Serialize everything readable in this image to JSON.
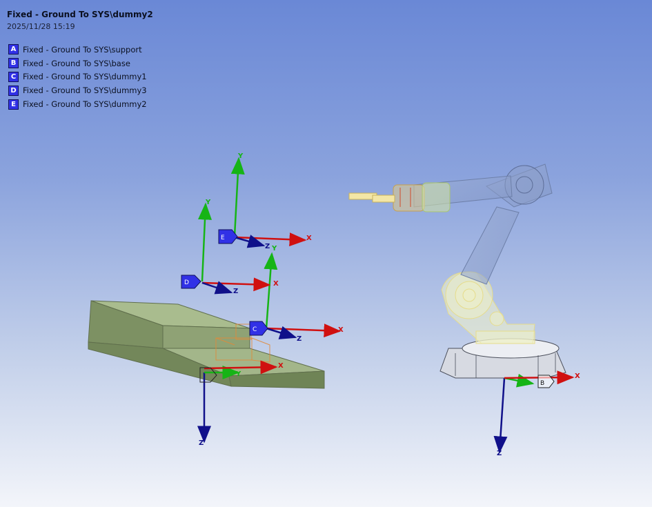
{
  "header": {
    "title": "Fixed - Ground To SYS\\dummy2",
    "timestamp": "2025/11/28 15:19"
  },
  "legend": [
    {
      "letter": "A",
      "label": "Fixed - Ground To SYS\\support"
    },
    {
      "letter": "B",
      "label": "Fixed - Ground To SYS\\base"
    },
    {
      "letter": "C",
      "label": "Fixed - Ground To SYS\\dummy1"
    },
    {
      "letter": "D",
      "label": "Fixed - Ground To SYS\\dummy3"
    },
    {
      "letter": "E",
      "label": "Fixed - Ground To SYS\\dummy2"
    }
  ],
  "axes": {
    "x": "X",
    "y": "Y",
    "z": "Z"
  },
  "colors": {
    "x_axis": "#d01010",
    "y_axis": "#16b416",
    "z_axis": "#10108a",
    "tag_fill": "#3131e6"
  }
}
